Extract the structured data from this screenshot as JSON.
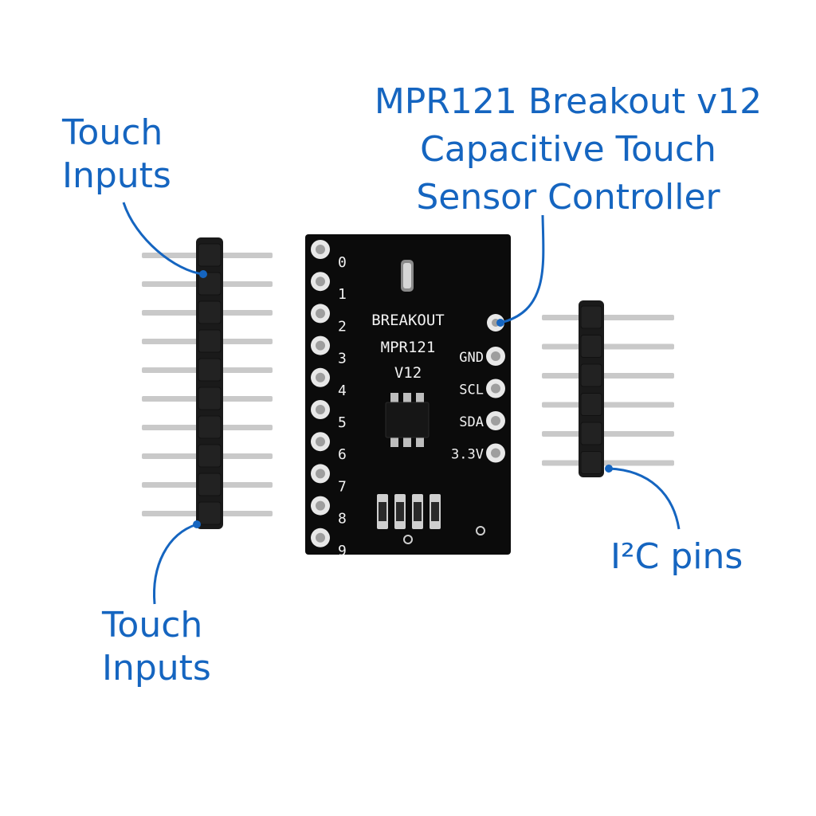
{
  "labels": {
    "touch_inputs_top": [
      "Touch",
      "Inputs"
    ],
    "touch_inputs_bottom": [
      "Touch",
      "Inputs"
    ],
    "title": [
      "MPR121 Breakout v12",
      "Capacitive Touch",
      "Sensor Controller"
    ],
    "i2c": "I²C pins"
  },
  "board": {
    "silk_lines": [
      "BREAKOUT",
      "MPR121",
      "V12"
    ],
    "left_pins": [
      "0",
      "1",
      "2",
      "3",
      "4",
      "5",
      "6",
      "7",
      "8",
      "9"
    ],
    "right_pins": [
      "GND",
      "SCL",
      "SDA",
      "3.3V"
    ]
  },
  "colors": {
    "accent": "#1565c0",
    "pcb": "#0b0b0b",
    "pad": "#e8e8e8",
    "silk": "#f2f2f2",
    "pin_metal": "#c9c9c9",
    "header_plastic": "#1a1a1a"
  }
}
